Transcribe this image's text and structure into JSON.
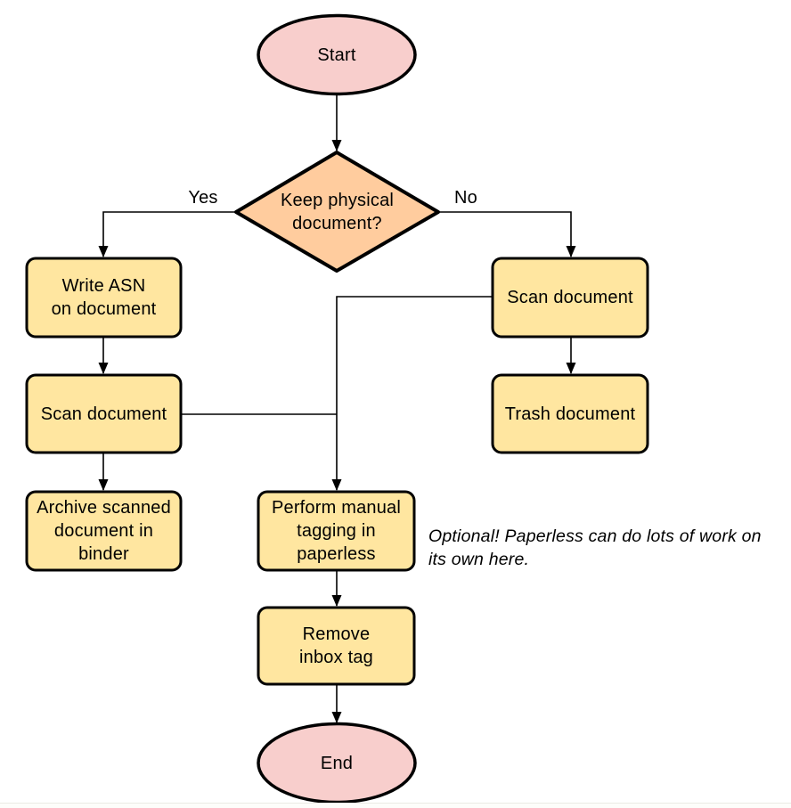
{
  "diagram": {
    "type": "flowchart",
    "nodes": {
      "start": {
        "label": "Start",
        "shape": "terminator"
      },
      "keep_physical": {
        "label": "Keep physical\ndocument?",
        "shape": "decision"
      },
      "write_asn": {
        "label": "Write ASN\non document",
        "shape": "process"
      },
      "scan_document_left": {
        "label": "Scan document",
        "shape": "process"
      },
      "archive_binder": {
        "label": "Archive scanned\ndocument in\nbinder",
        "shape": "process"
      },
      "scan_document_right": {
        "label": "Scan document",
        "shape": "process"
      },
      "trash_document": {
        "label": "Trash document",
        "shape": "process"
      },
      "manual_tagging": {
        "label": "Perform manual\ntagging in\npaperless",
        "shape": "process"
      },
      "remove_inbox_tag": {
        "label": "Remove\ninbox tag",
        "shape": "process"
      },
      "end": {
        "label": "End",
        "shape": "terminator"
      }
    },
    "edge_labels": {
      "yes": "Yes",
      "no": "No"
    },
    "edges": [
      {
        "from": "start",
        "to": "keep_physical",
        "label": ""
      },
      {
        "from": "keep_physical",
        "to": "write_asn",
        "label": "Yes"
      },
      {
        "from": "keep_physical",
        "to": "scan_document_right",
        "label": "No"
      },
      {
        "from": "write_asn",
        "to": "scan_document_left",
        "label": ""
      },
      {
        "from": "scan_document_left",
        "to": "archive_binder",
        "label": ""
      },
      {
        "from": "scan_document_left",
        "to": "manual_tagging",
        "label": ""
      },
      {
        "from": "scan_document_right",
        "to": "trash_document",
        "label": ""
      },
      {
        "from": "scan_document_right",
        "to": "manual_tagging",
        "label": ""
      },
      {
        "from": "manual_tagging",
        "to": "remove_inbox_tag",
        "label": ""
      },
      {
        "from": "remove_inbox_tag",
        "to": "end",
        "label": ""
      }
    ],
    "annotation": "Optional! Paperless can do lots of work on\nits own here.",
    "colors": {
      "terminator_fill": "#f8cecc",
      "decision_fill": "#ffcc9e",
      "process_fill": "#ffe6a0",
      "stroke": "#000000",
      "background": "#ffffff"
    }
  }
}
